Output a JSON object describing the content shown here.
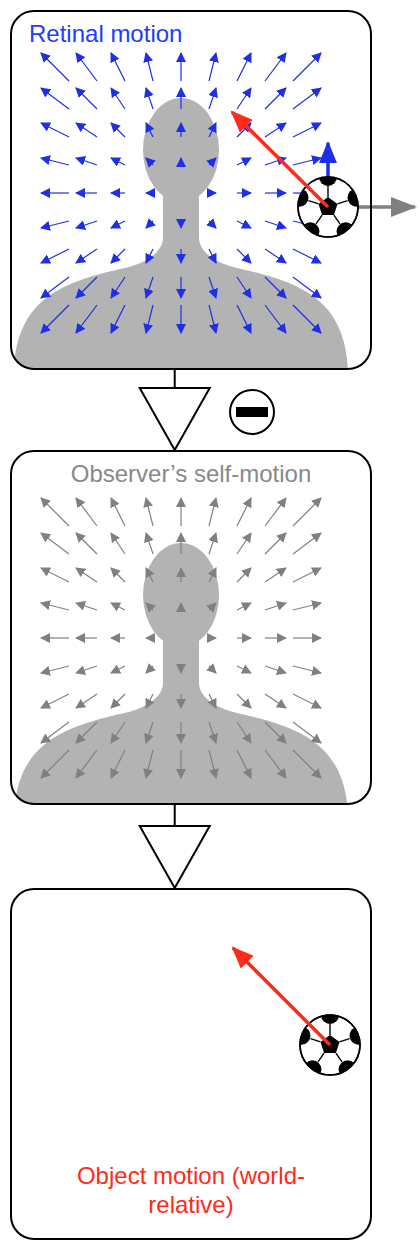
{
  "diagram": {
    "nodes": [
      {
        "text": [
          "Retinal motion"
        ]
      },
      {
        "text": [
          "Observer’s self-motion"
        ]
      },
      {
        "text": [
          "Object motion (world-relative)"
        ]
      }
    ],
    "edges": [
      {
        "from": 0,
        "to": 1,
        "arrow": "to"
      },
      {
        "from": 1,
        "to": 2,
        "arrow": "to"
      }
    ]
  }
}
